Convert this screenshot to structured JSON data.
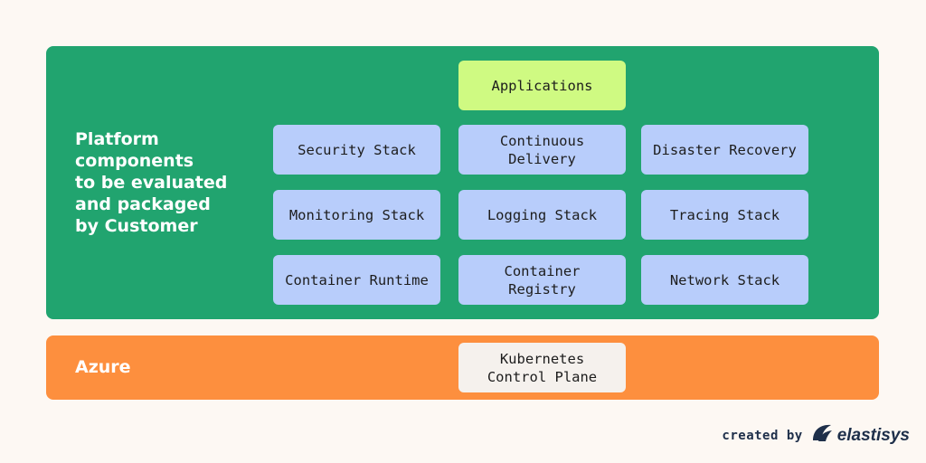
{
  "platform": {
    "label": "Platform\ncomponents\nto be evaluated\nand packaged\nby Customer",
    "boxes": {
      "applications": "Applications",
      "security": "Security Stack",
      "continuous_delivery": "Continuous\nDelivery",
      "disaster_recovery": "Disaster Recovery",
      "monitoring": "Monitoring Stack",
      "logging": "Logging Stack",
      "tracing": "Tracing Stack",
      "container_runtime": "Container Runtime",
      "container_registry": "Container\nRegistry",
      "network": "Network Stack"
    }
  },
  "azure": {
    "label": "Azure",
    "control_plane": "Kubernetes\nControl Plane"
  },
  "credit": {
    "text": "created by",
    "logo_text": "elastisys",
    "logo_icon": "elastisys-logo-icon"
  },
  "colors": {
    "background": "#fdf8f3",
    "green_panel": "#21a46f",
    "orange_panel": "#fd8f3e",
    "blue_box": "#b8cdfb",
    "lime_box": "#cffa82",
    "cream_box": "#f5f1ed"
  }
}
